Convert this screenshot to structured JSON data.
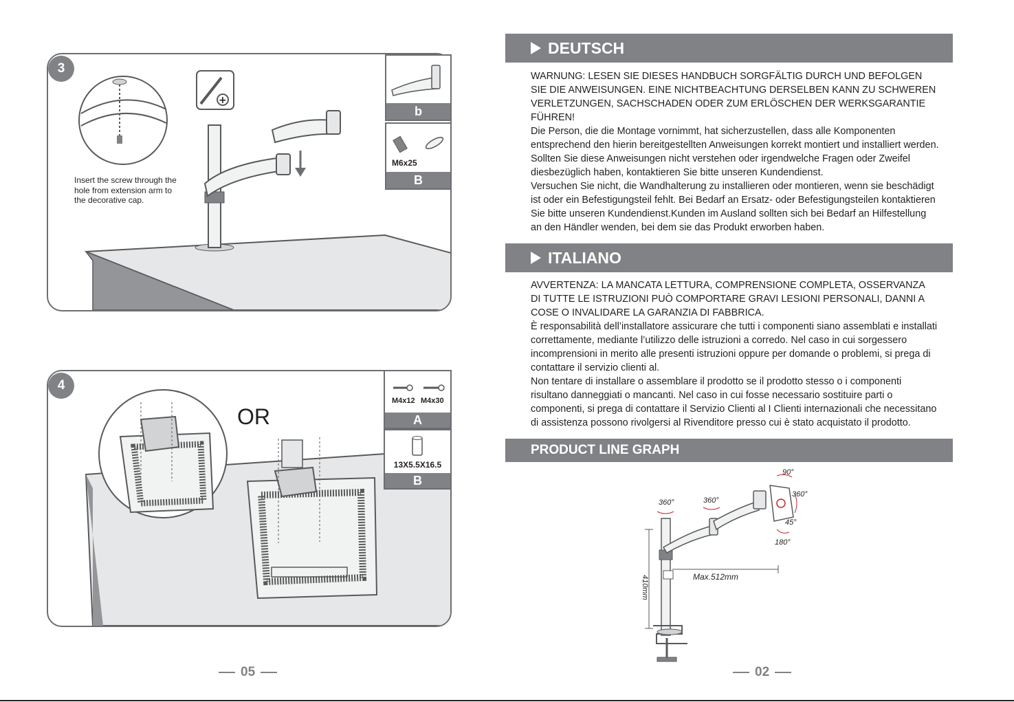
{
  "left_page": {
    "step3": {
      "number": "3",
      "instruction_lines": [
        "Insert the screw through the",
        "hole from extension arm to",
        "the decorative cap."
      ],
      "parts": [
        {
          "label": "b",
          "caption": ""
        },
        {
          "label": "B",
          "caption": "M6x25"
        }
      ]
    },
    "step4": {
      "number": "4",
      "or_text": "OR",
      "parts": [
        {
          "label": "A",
          "captions": [
            "M4x12",
            "M4x30"
          ]
        },
        {
          "label": "B",
          "caption": "13X5.5X16.5"
        }
      ]
    },
    "page_number": "05"
  },
  "right_page": {
    "deutsch": {
      "title": "DEUTSCH",
      "paragraphs": [
        "WARNUNG: LESEN SIE DIESES HANDBUCH SORGFÄLTIG DURCH UND BEFOLGEN\nSIE DIE ANWEISUNGEN. EINE NICHTBEACHTUNG DERSELBEN KANN ZU SCHWEREN\nVERLETZUNGEN, SACHSCHADEN ODER ZUM ERLÖSCHEN DER WERKSGARANTIE\nFÜHREN!",
        "Die Person, die die Montage vornimmt, hat sicherzustellen, dass alle Komponenten\nentsprechend den hierin bereitgestellten Anweisungen korrekt montiert und installiert werden.\nSollten Sie diese Anweisungen nicht verstehen oder irgendwelche Fragen oder Zweifel\ndiesbezüglich haben, kontaktieren Sie bitte unseren Kundendienst.",
        "Versuchen Sie nicht, die Wandhalterung zu installieren oder montieren, wenn sie beschädigt\nist oder ein Befestigungsteil fehlt.  Bei Bedarf an Ersatz- oder Befestigungsteilen kontaktieren\nSie bitte unseren Kundendienst.Kunden im Ausland sollten sich bei Bedarf an Hilfestellung\nan den Händler wenden, bei dem sie das Produkt erworben haben."
      ]
    },
    "italiano": {
      "title": "ITALIANO",
      "paragraphs": [
        "AVVERTENZA: LA MANCATA LETTURA, COMPRENSIONE COMPLETA, OSSERVANZA\nDI TUTTE LE ISTRUZIONI PUÒ COMPORTARE GRAVI LESIONI PERSONALI, DANNI A\nCOSE O INVALIDARE LA GARANZIA DI FABBRICA.",
        "È responsabilità dell’installatore assicurare che tutti i componenti siano assemblati e installati\ncorrettamente, mediante l’utilizzo delle istruzioni a corredo.  Nel caso in cui sorgessero\nincomprensioni in merito alle presenti istruzioni oppure per domande o problemi, si prega di\ncontattare il servizio clienti al.",
        "Non tentare di installare o assemblare il prodotto se il prodotto stesso o i componenti\nrisultano danneggiati o mancanti.  Nel caso in cui fosse necessario sostituire parti o\ncomponenti, si prega di contattare il Servizio Clienti al I Clienti internazionali che necessitano\ndi assistenza possono rivolgersi al Rivenditore presso cui è stato acquistato il prodotto."
      ]
    },
    "product_line_graph": {
      "title": "PRODUCT LINE GRAPH",
      "labels": {
        "tilt": "90°",
        "rotate_head": "360°",
        "swivel_pole": "360°",
        "swivel_arm": "360°",
        "tilt_small": "45°",
        "rotate_bottom": "180°",
        "height": "410mm",
        "reach": "Max.512mm"
      }
    },
    "page_number": "02"
  },
  "colors": {
    "bar_gray": "#808285",
    "line_gray": "#6d6e71",
    "text": "#231f20",
    "accent_red": "#c1272d"
  }
}
